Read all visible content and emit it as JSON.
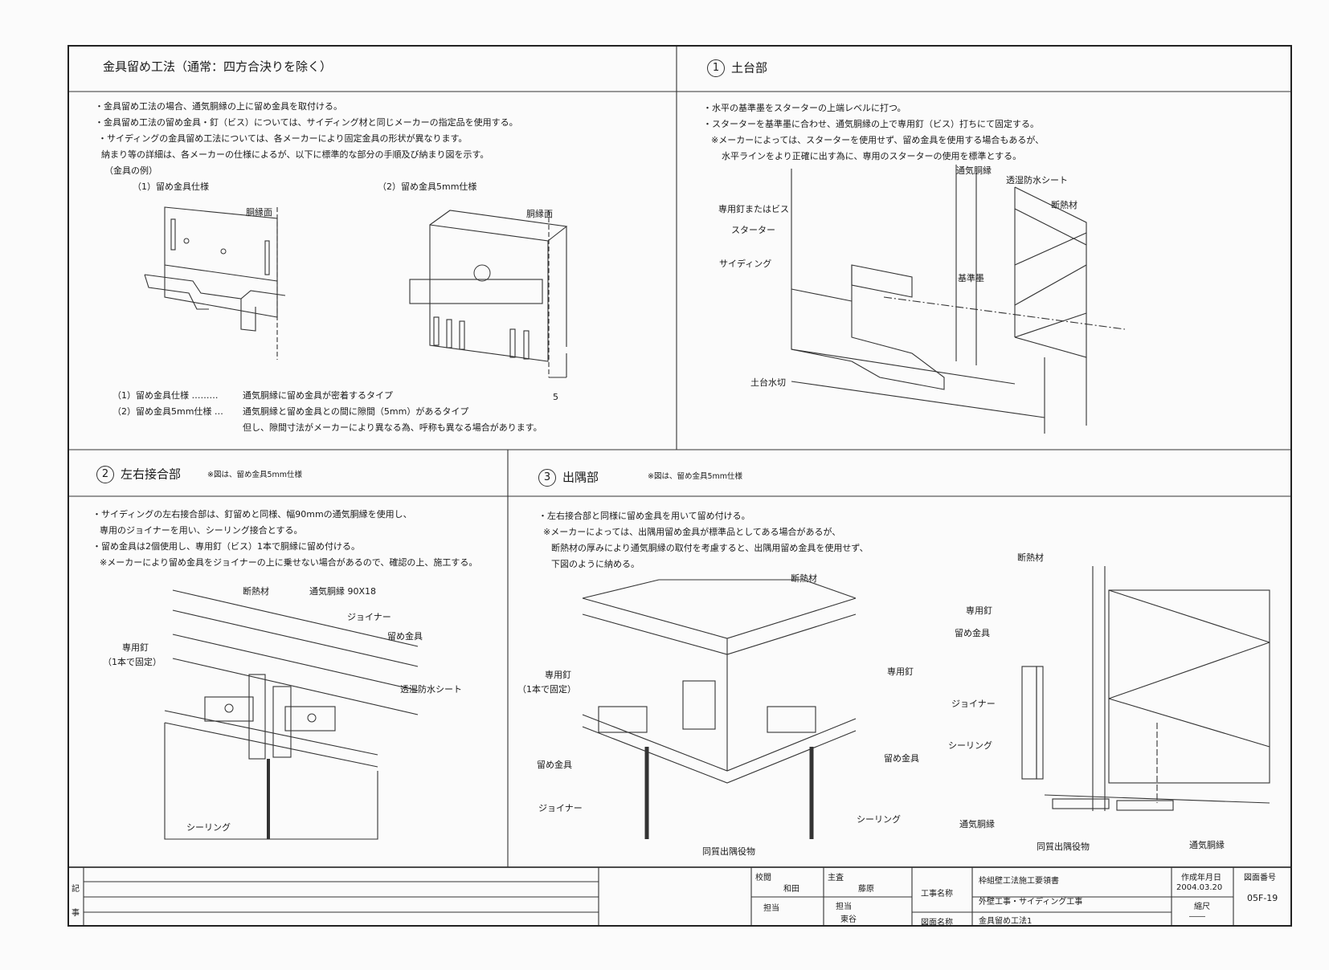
{
  "s0": {
    "title": "金具留め工法（通常：四方合決りを除く）",
    "bullets": [
      "・金具留め工法の場合、通気胴縁の上に留め金具を取付ける。",
      "・金具留め工法の留め金具・釘（ビス）については、サイディング材と同じメーカーの指定品を使用する。",
      "・サイディングの金具留め工法については、各メーカーにより固定金具の形状が異なります。",
      "納まり等の詳細は、各メーカーの仕様によるが、以下に標準的な部分の手順及び納まり図を示す。"
    ],
    "example": "（金具の例）",
    "fig1_caption": "（1）留め金具仕様",
    "fig2_caption": "（2）留め金具5mm仕様",
    "surface1": "胴縁面",
    "surface2": "胴縁面",
    "dim5": "5",
    "note1_label": "（1）留め金具仕様 ………",
    "note1_text": "通気胴縁に留め金具が密着するタイプ",
    "note2_label": "（2）留め金具5mm仕様 …",
    "note2_text": "通気胴縁と留め金具との間に隙間（5mm）があるタイプ",
    "note3_text": "但し、隙間寸法がメーカーにより異なる為、呼称も異なる場合があります。"
  },
  "s1": {
    "num": "1",
    "title": "土台部",
    "bullets": [
      "・水平の基準墨をスターターの上端レベルに打つ。",
      "・スターターを基準墨に合わせ、通気胴縁の上で専用釘（ビス）打ちにて固定する。",
      "※メーカーによっては、スターターを使用せず、留め金具を使用する場合もあるが、",
      "水平ラインをより正確に出す為に、専用のスターターの使用を標準とする。"
    ],
    "labels": {
      "l1": "通気胴縁",
      "l2": "透湿防水シート",
      "l3": "断熱材",
      "l4": "専用釘またはビス",
      "l5": "スターター",
      "l6": "サイディング",
      "l7": "基準墨",
      "l8": "土台水切"
    }
  },
  "s2": {
    "num": "2",
    "title": "左右接合部",
    "note": "※図は、留め金具5mm仕様",
    "bullets": [
      "・サイディングの左右接合部は、釘留めと同様、幅90mmの通気胴縁を使用し、",
      "専用のジョイナーを用い、シーリング接合とする。",
      "・留め金具は2個使用し、専用釘（ビス）1本で胴縁に留め付ける。",
      "※メーカーにより留め金具をジョイナーの上に乗せない場合があるので、確認の上、施工する。"
    ],
    "labels": {
      "l1": "断熱材",
      "l2": "通気胴縁 90X18",
      "l3": "ジョイナー",
      "l4": "留め金具",
      "l5": "専用釘",
      "l6": "（1本で固定）",
      "l7": "透湿防水シート",
      "l8": "シーリング"
    }
  },
  "s3": {
    "num": "3",
    "title": "出隅部",
    "note": "※図は、留め金具5mm仕様",
    "bullets": [
      "・左右接合部と同様に留め金具を用いて留め付ける。",
      "※メーカーによっては、出隅用留め金具が標準品としてある場合があるが、",
      "断熱材の厚みにより通気胴縁の取付を考慮すると、出隅用留め金具を使用せず、",
      "下図のように納める。"
    ],
    "labels": {
      "l1": "断熱材",
      "l2": "専用釘",
      "l3": "（1本で固定）",
      "l4": "専用釘",
      "l5": "留め金具",
      "l6": "ジョイナー",
      "l7": "留め金具",
      "l8": "シーリング",
      "l9": "同質出隅役物",
      "r1": "断熱材",
      "r2": "専用釘",
      "r3": "留め金具",
      "r4": "ジョイナー",
      "r5": "シーリング",
      "r6": "通気胴縁",
      "r7": "同質出隅役物",
      "r8": "通気胴縁"
    }
  },
  "titleblock": {
    "ki": "記",
    "ji": "事",
    "kouetsu": "校閲",
    "kouetsu_name": "和田",
    "shusa": "主査",
    "shusa_name": "藤原",
    "tantou1": "担当",
    "tantou2": "担当",
    "tantou2_name": "東谷",
    "koji_label": "工事名称",
    "koji_name1": "枠組壁工法施工要領書",
    "koji_name2": "外壁工事・サイディング工事",
    "zumen_label": "図面名称",
    "zumen_name": "金具留め工法1",
    "date_label": "作成年月日",
    "date": "2004.03.20",
    "scale_label": "縮尺",
    "scale": "――",
    "no_label": "図面番号",
    "no": "05F-19"
  }
}
